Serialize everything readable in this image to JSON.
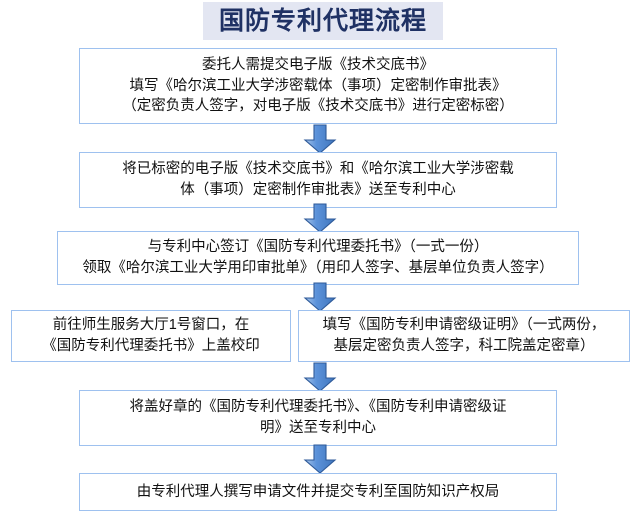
{
  "header": {
    "title": "国防专利代理流程",
    "band_color": "#e3e6f2",
    "text_color": "#1f3164"
  },
  "theme": {
    "box_border": "#9ec1ef",
    "box_fill": "#ffffff",
    "arrow_fill": "#548ed5",
    "arrow_edge": "#2e5a99",
    "text_color": "#111111"
  },
  "flow": {
    "steps": [
      {
        "id": "step-1",
        "name": "submit-technical-disclosure",
        "text": "委托人需提交电子版《技术交底书》\n填写《哈尔滨工业大学涉密载体（事项）定密制作审批表》\n（定密负责人签字，对电子版《技术交底书》进行定密标密）"
      },
      {
        "id": "step-2",
        "name": "deliver-marked-documents",
        "text": "将已标密的电子版《技术交底书》和《哈尔滨工业大学涉密载\n体（事项）定密制作审批表》送至专利中心"
      },
      {
        "id": "step-3",
        "name": "sign-agency-entrustment",
        "text": "与专利中心签订《国防专利代理委托书》（一式一份）\n领取《哈尔滨工业大学用印审批单》（用印人签字、基层单位负责人签字）"
      },
      {
        "id": "step-4-left",
        "name": "stamp-at-service-hall",
        "text": "前往师生服务大厅1号窗口，在\n《国防专利代理委托书》上盖校印"
      },
      {
        "id": "step-4-right",
        "name": "fill-secrecy-level-certificate",
        "text": "填写《国防专利申请密级证明》（一式两份，\n基层定密负责人签字，科工院盖定密章）"
      },
      {
        "id": "step-5",
        "name": "send-stamped-documents",
        "text": "将盖好章的《国防专利代理委托书》、《国防专利申请密级证\n明》送至专利中心"
      },
      {
        "id": "step-6",
        "name": "agent-drafts-and-files",
        "text": "由专利代理人撰写申请文件并提交专利至国防知识产权局"
      }
    ],
    "connectors": [
      {
        "name": "arrow-step1-to-step2",
        "direction": "down"
      },
      {
        "name": "arrow-step2-to-step3",
        "direction": "down"
      },
      {
        "name": "arrow-step3-to-step4",
        "direction": "down"
      },
      {
        "name": "arrow-step4-to-step5",
        "direction": "down"
      },
      {
        "name": "arrow-step5-to-step6",
        "direction": "down"
      }
    ]
  }
}
